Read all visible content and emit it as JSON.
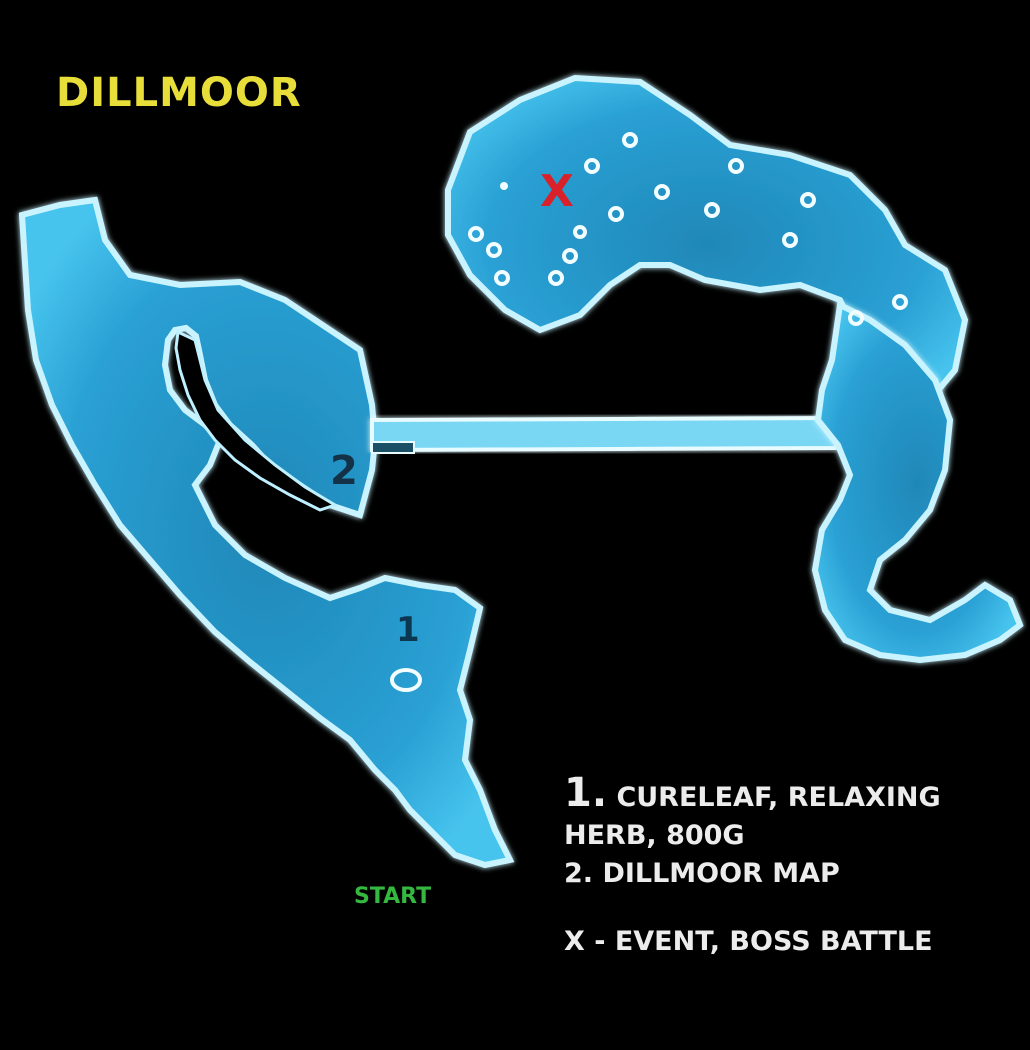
{
  "map": {
    "title": "DILLMOOR",
    "start_label": "START",
    "markers": [
      {
        "id": "1",
        "label": "1"
      },
      {
        "id": "2",
        "label": "2"
      }
    ],
    "boss_marker": "X",
    "legend": {
      "item1_num": "1.",
      "item1_text_a": "CURELEAF, RELAXING",
      "item1_text_b": "HERB, 800G",
      "item2": "2. DILLMOOR MAP",
      "item3": "X - EVENT, BOSS BATTLE"
    },
    "colors": {
      "water": "#2a9bd0",
      "water_edge": "#bff2ff",
      "title": "#e8de3a",
      "start": "#35b840",
      "boss": "#d8212a",
      "legend_text": "#ececec"
    }
  }
}
